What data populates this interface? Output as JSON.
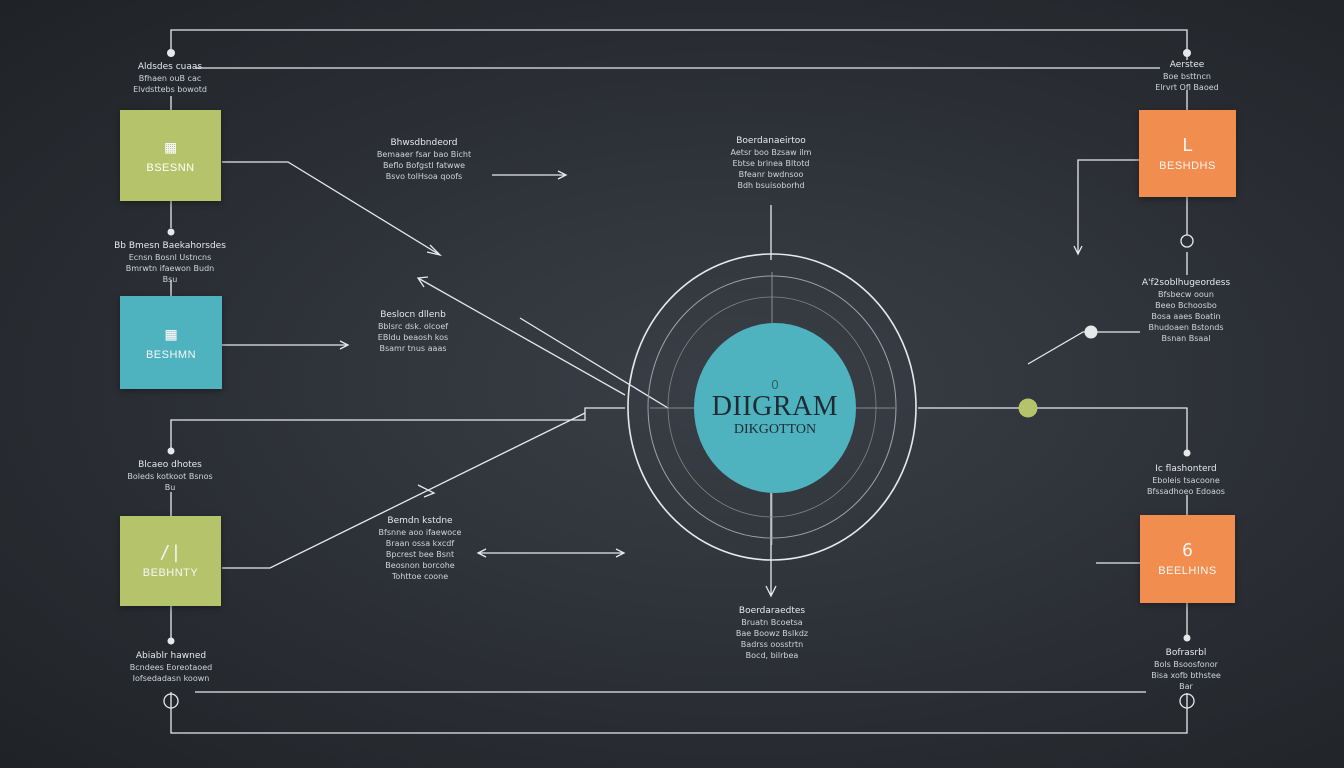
{
  "colors": {
    "green": "#b5c46a",
    "teal": "#4fb3bf",
    "orange": "#f08d4f",
    "line": "#e6e9ec",
    "background": "#2d3137"
  },
  "hub": {
    "icon": "0",
    "title": "DIIGRAM",
    "subtitle": "DIKGOTTON"
  },
  "boxes": {
    "top_left": {
      "glyph": "▦",
      "label": "BSESNN"
    },
    "middle_left": {
      "glyph": "▦",
      "label": "BESHMN"
    },
    "bottom_left": {
      "glyph": "/|",
      "label": "BEBHNTY"
    },
    "top_right": {
      "glyph": "L",
      "label": "BESHDHS"
    },
    "bottom_right": {
      "glyph": "6",
      "label": "BEELHINS"
    }
  },
  "notes": {
    "n1": {
      "title": "Aldsdes cuaas",
      "lines": [
        "Bfhaen ouB cac",
        "Elvdsttebs bowotd"
      ]
    },
    "n2": {
      "title": "Bb Bmesn Baekahorsdes",
      "lines": [
        "Ecnsn Bosnl Ustncns",
        "Bmrwtn ifaewon Budn",
        "Bsu"
      ]
    },
    "n3": {
      "title": "Blcaeo dhotes",
      "lines": [
        "Boleds kotkoot Bsnos",
        "Bu"
      ]
    },
    "n4": {
      "title": "Abiablr hawned",
      "lines": [
        "Bcndees Eoreotaoed",
        "Iofsedadasn koown"
      ]
    },
    "n5": {
      "title": "Bhwsdbndeord",
      "lines": [
        "Bemaaer fsar bao Bicht",
        "Beflo Bofgstl fatwwe",
        "Bsvo tolHsoa qoofs"
      ]
    },
    "n6": {
      "title": "Beslocn dllenb",
      "lines": [
        "Bblsrc dsk. olcoef",
        "EBldu beaosh kos",
        "Bsamr tnus aaas"
      ]
    },
    "n7": {
      "title": "Bemdn kstdne",
      "lines": [
        "Bfsnne aoo ifaewoce",
        "Braan ossa kxcdf",
        "Bpcrest bee Bsnt",
        "Beosnon borcohe",
        "Tohttoe coone"
      ]
    },
    "n8": {
      "title": "Boerdanaeirtoo",
      "lines": [
        "Aetsr boo Bzsaw ilm",
        "Ebtse brinea Bltotd",
        "Bfeanr bwdnsoo",
        "Bdh bsuisoborhd"
      ]
    },
    "n9": {
      "title": "Boerdaraedtes",
      "lines": [
        "Bruatn Bcoetsa",
        "Bae Boowz Bslkdz",
        "Badrss oosstrtn",
        "Bocd, bilrbea"
      ]
    },
    "n10": {
      "title": "Aerstee",
      "lines": [
        "Boe bsttncn",
        "Elrvrt Ofl Baoed"
      ]
    },
    "n11": {
      "title": "A'f2soblhugeordess",
      "lines": [
        "Bfsbecw ooun",
        "Beeo Bchoosbo",
        "Bosa aaes Boatin",
        "Bhudoaen Bstonds",
        "Bsnan Bsaal"
      ]
    },
    "n12": {
      "title": "Ic flashonterd",
      "lines": [
        "Eboleis tsacoone",
        "Bfssadhoeo Edoaos"
      ]
    },
    "n13": {
      "title": "Bofrasrbl",
      "lines": [
        "Bols Bsoosfonor",
        "Bisa xofb bthstee",
        "Bar"
      ]
    }
  }
}
